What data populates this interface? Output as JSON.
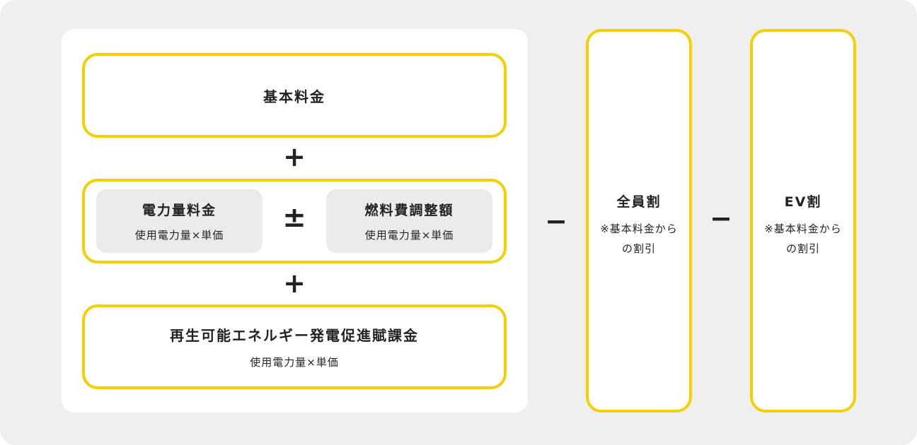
{
  "breakdown": {
    "basic_charge": {
      "title": "基本料金"
    },
    "plus_1": "+",
    "energy_charge": {
      "title": "電力量料金",
      "formula": "使用電力量×単価"
    },
    "plus_minus": "±",
    "fuel_adjustment": {
      "title": "燃料費調整額",
      "formula": "使用電力量×単価"
    },
    "plus_2": "+",
    "renewable_surcharge": {
      "title": "再生可能エネルギー発電促進賦課金",
      "formula": "使用電力量×単価"
    }
  },
  "discounts": [
    {
      "minus": "−",
      "title": "全員割",
      "note_line1": "※基本料金から",
      "note_line2": "の割引"
    },
    {
      "minus": "−",
      "title": "EV割",
      "note_line1": "※基本料金から",
      "note_line2": "の割引"
    }
  ],
  "colors": {
    "accent": "#f5cf06",
    "background": "#efefef",
    "panel": "#ffffff",
    "subbox": "#ebebeb"
  }
}
